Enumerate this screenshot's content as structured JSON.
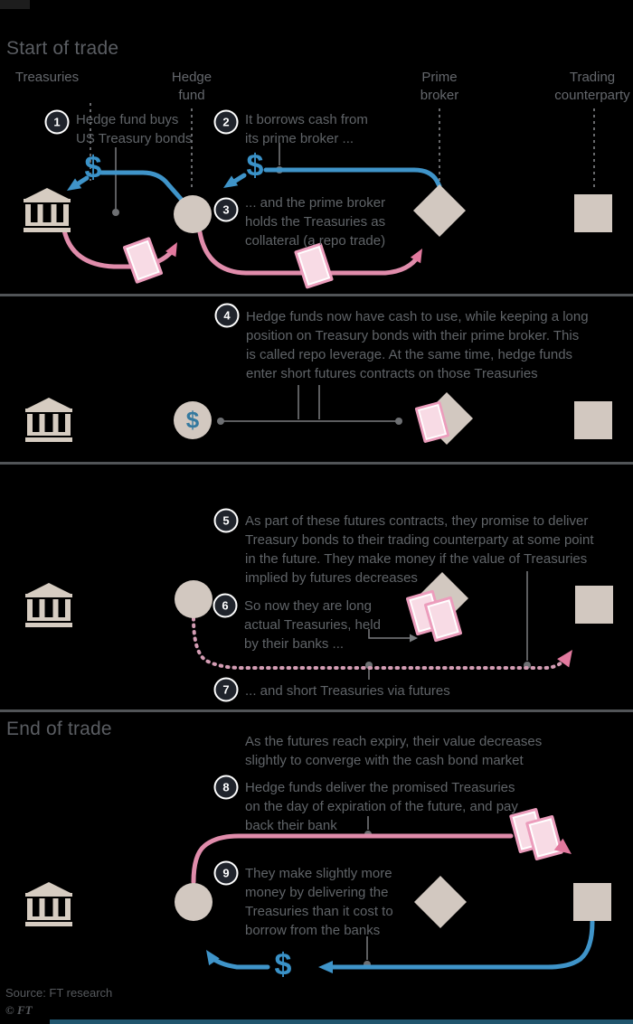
{
  "headings": {
    "start": "Start of trade",
    "end": "End of trade"
  },
  "columns": [
    {
      "label": "Treasuries"
    },
    {
      "label": "Hedge\nfund"
    },
    {
      "label": "Prime\nbroker"
    },
    {
      "label": "Trading\ncounterparty"
    }
  ],
  "steps": [
    {
      "num": "1",
      "text": "Hedge fund buys\nUS Treasury bonds"
    },
    {
      "num": "2",
      "text": "It borrows cash from\nits prime broker ..."
    },
    {
      "num": "3",
      "text": "... and the prime broker\nholds the Treasuries as\ncollateral (a repo trade)"
    },
    {
      "num": "4",
      "text": "Hedge funds now have cash to use, while keeping a long\nposition on Treasury bonds with their prime broker. This\nis called repo leverage. At the same time, hedge funds\nenter short futures contracts on those Treasuries"
    },
    {
      "num": "5",
      "text": "As part of these futures contracts, they promise to deliver\nTreasury bonds to their trading counterparty at some point\nin the future. They make money if the value of Treasuries\nimplied by futures decreases"
    },
    {
      "num": "6",
      "text": "So now they are long\nactual Treasuries, held\nby their banks ..."
    },
    {
      "num": "7",
      "text": "... and short Treasuries via futures"
    },
    {
      "num": "8",
      "text": "Hedge funds deliver the promised Treasuries\non the day of expiration of the future, and pay\nback their bank"
    },
    {
      "num": "9",
      "text": "They make slightly more\nmoney by delivering the\nTreasuries than it cost to\nborrow from the banks"
    }
  ],
  "annotations": {
    "expiry_note": "As the futures reach expiry, their value decreases\nslightly to converge with the cash bond market"
  },
  "symbols": {
    "dollar": "$"
  },
  "footer": {
    "source": "Source: FT research",
    "copyright": "© FT"
  },
  "colors": {
    "background": "#000000",
    "text": "#606468",
    "heading": "#5a5d62",
    "cash_blue": "#3f94c9",
    "bond_pink_line": "#e08cab",
    "bond_pink_arrow": "#e2799e",
    "dotted_futures": "#d49db4",
    "shape_beige": "#d2c8c0",
    "bond_fill": "#f8dbe5",
    "bond_border": "#ec9dbc",
    "step_badge": "#20242c",
    "connector_gray": "#7a7c7f",
    "divider": "#515457",
    "bottom_bar": "#21566e"
  }
}
